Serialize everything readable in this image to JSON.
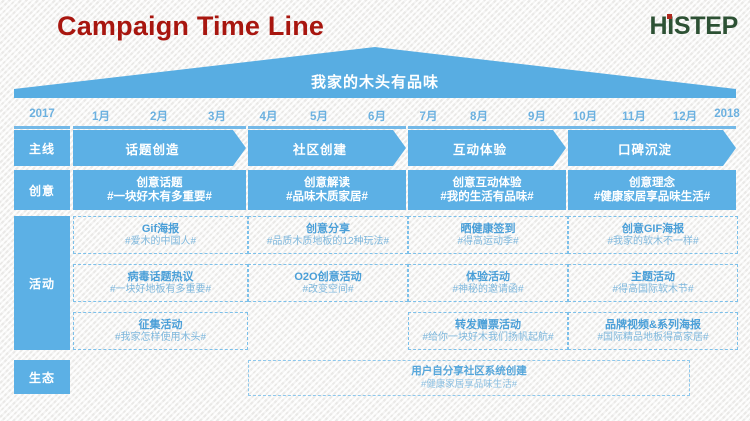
{
  "header": {
    "title": "Campaign Time Line",
    "logo": "HISTEP",
    "title_color": "#a8160f",
    "logo_color": "#2d5134",
    "logo_dot_color": "#b02a20"
  },
  "banner": {
    "text": "我家的木头有品味",
    "fill": "#58ade2"
  },
  "timeline": {
    "start_year": "2017",
    "end_year": "2018",
    "months": [
      "1月",
      "2月",
      "3月",
      "4月",
      "5月",
      "6月",
      "7月",
      "8月",
      "9月",
      "10月",
      "11月",
      "12月"
    ]
  },
  "rows": {
    "mainline": {
      "label": "主线",
      "segments": [
        "话题创造",
        "社区创建",
        "互动体验",
        "口碑沉淀"
      ]
    },
    "creative": {
      "label": "创意",
      "cards": [
        {
          "title": "创意话题",
          "tag": "#一块好木有多重要#"
        },
        {
          "title": "创意解读",
          "tag": "#品味木质家居#"
        },
        {
          "title": "创意互动体验",
          "tag": "#我的生活有品味#"
        },
        {
          "title": "创意理念",
          "tag": "#健康家居享品味生活#"
        }
      ]
    },
    "activity": {
      "label": "活动",
      "cards": [
        {
          "title": "Gif海报",
          "tag": "#爱木的中国人#",
          "col": 0,
          "line": 0
        },
        {
          "title": "创意分享",
          "tag": "#品质木质地板的12种玩法#",
          "col": 1,
          "line": 0
        },
        {
          "title": "晒健康签到",
          "tag": "#得高运动季#",
          "col": 2,
          "line": 0
        },
        {
          "title": "创意GIF海报",
          "tag": "#我家的软木不一样#",
          "col": 3,
          "line": 0
        },
        {
          "title": "病毒话题热议",
          "tag": "#一块好地板有多重要#",
          "col": 0,
          "line": 1
        },
        {
          "title": "O2O创意活动",
          "tag": "#改变空间#",
          "col": 1,
          "line": 1
        },
        {
          "title": "体验活动",
          "tag": "#神秘的邀请函#",
          "col": 2,
          "line": 1
        },
        {
          "title": "主题活动",
          "tag": "#得高国际软木节#",
          "col": 3,
          "line": 1
        },
        {
          "title": "征集活动",
          "tag": "#我家怎样使用木头#",
          "col": 0,
          "line": 2
        },
        {
          "title": "转发赠票活动",
          "tag": "#给你一块好木我们扬帆起航#",
          "col": 2,
          "line": 2
        },
        {
          "title": "品牌视频&系列海报",
          "tag": "#国际精品地板得高家居#",
          "col": 3,
          "line": 2
        }
      ]
    },
    "ecosystem": {
      "label": "生态",
      "card": {
        "title": "用户自分享社区系统创建",
        "tag": "#健康家居享品味生活#"
      }
    }
  },
  "colors": {
    "blue": "#5cb0e5",
    "blue_light": "#7cc0ea",
    "blue_text": "#4a9fd8"
  }
}
